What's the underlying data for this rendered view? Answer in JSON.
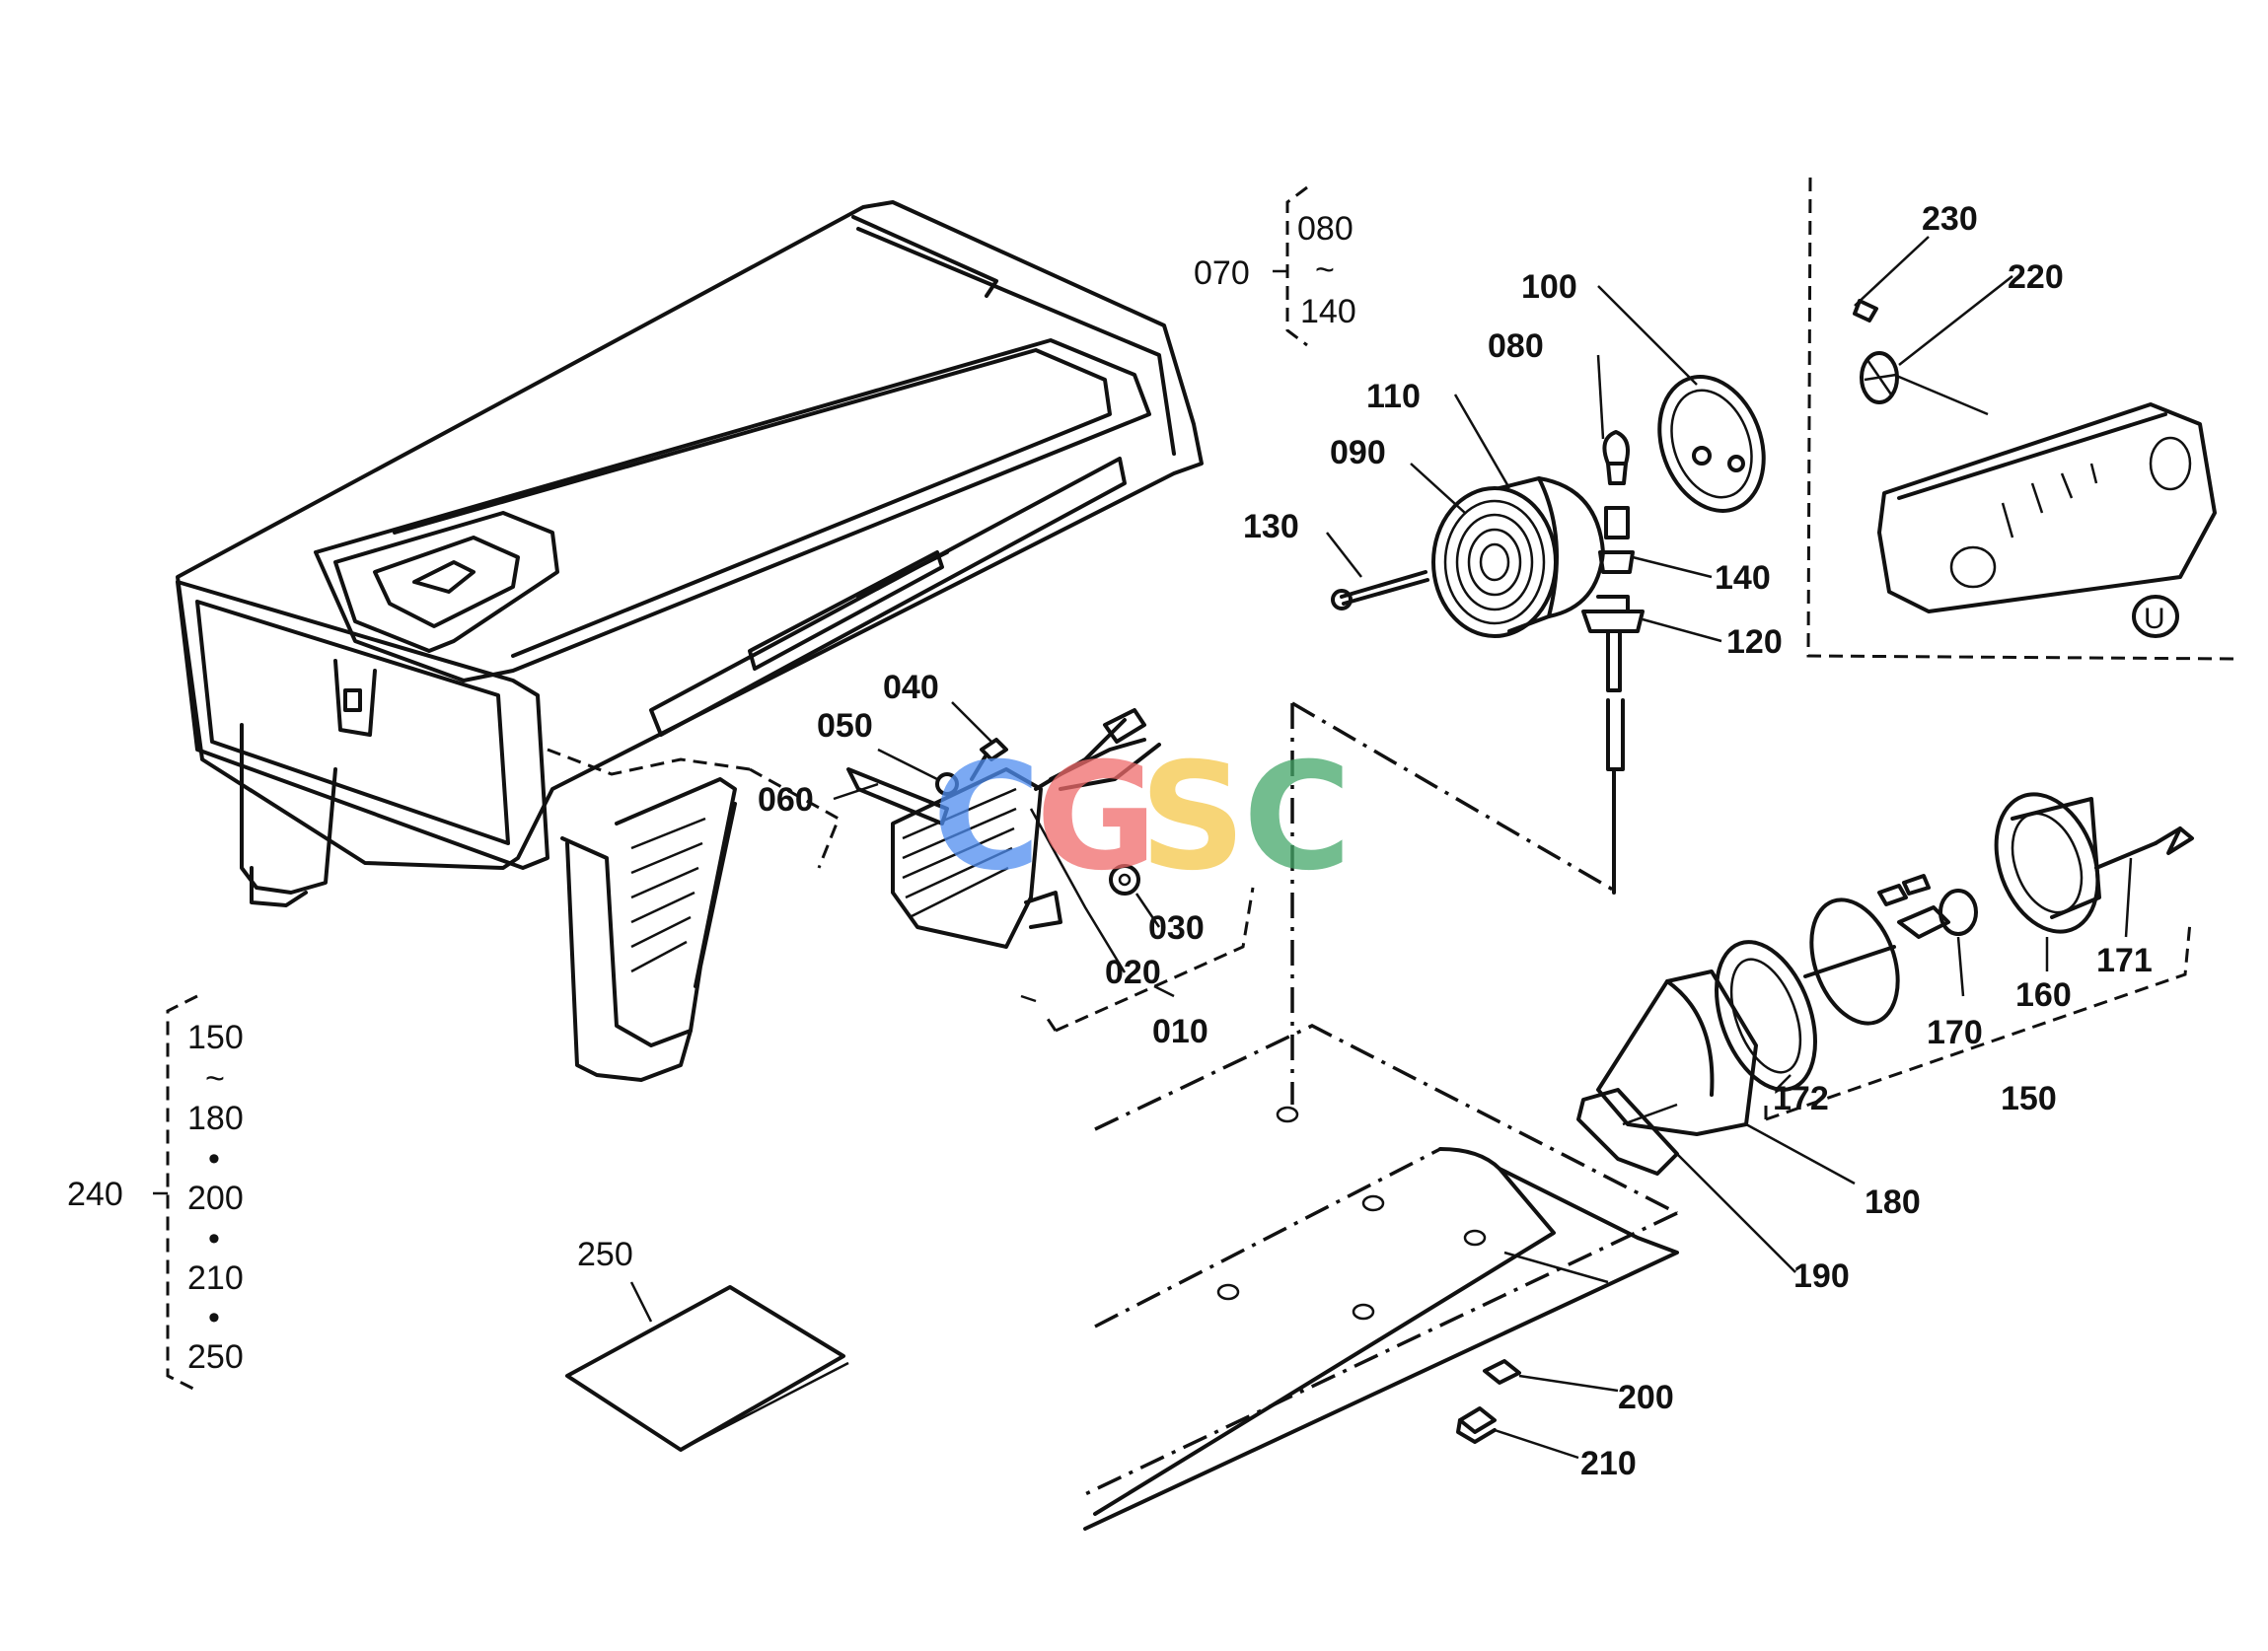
{
  "diagram": {
    "watermark": {
      "letters": [
        "C",
        "G",
        "S",
        "C"
      ],
      "colors": [
        "#4f8df0",
        "#ef6b6b",
        "#f5c84a",
        "#45a86a"
      ]
    },
    "labels": {
      "l010": "010",
      "l020": "020",
      "l030": "030",
      "l040": "040",
      "l050": "050",
      "l060": "060",
      "l070": "070",
      "l080": "080",
      "l090": "090",
      "l100": "100",
      "l110": "110",
      "l120": "120",
      "l130": "130",
      "l140": "140",
      "l150": "150",
      "l160": "160",
      "l170": "170",
      "l171": "171",
      "l172": "172",
      "l180": "180",
      "l190": "190",
      "l200": "200",
      "l210": "210",
      "l220": "220",
      "l230": "230",
      "l240": "240",
      "l250": "250"
    },
    "group_070": {
      "start": "080",
      "range_mark": "~",
      "end": "140"
    },
    "group_240": {
      "start": "150",
      "range_mark": "~",
      "end": "180",
      "items": [
        "200",
        "210",
        "250"
      ],
      "separator": "•"
    },
    "detail_marker": "U"
  }
}
